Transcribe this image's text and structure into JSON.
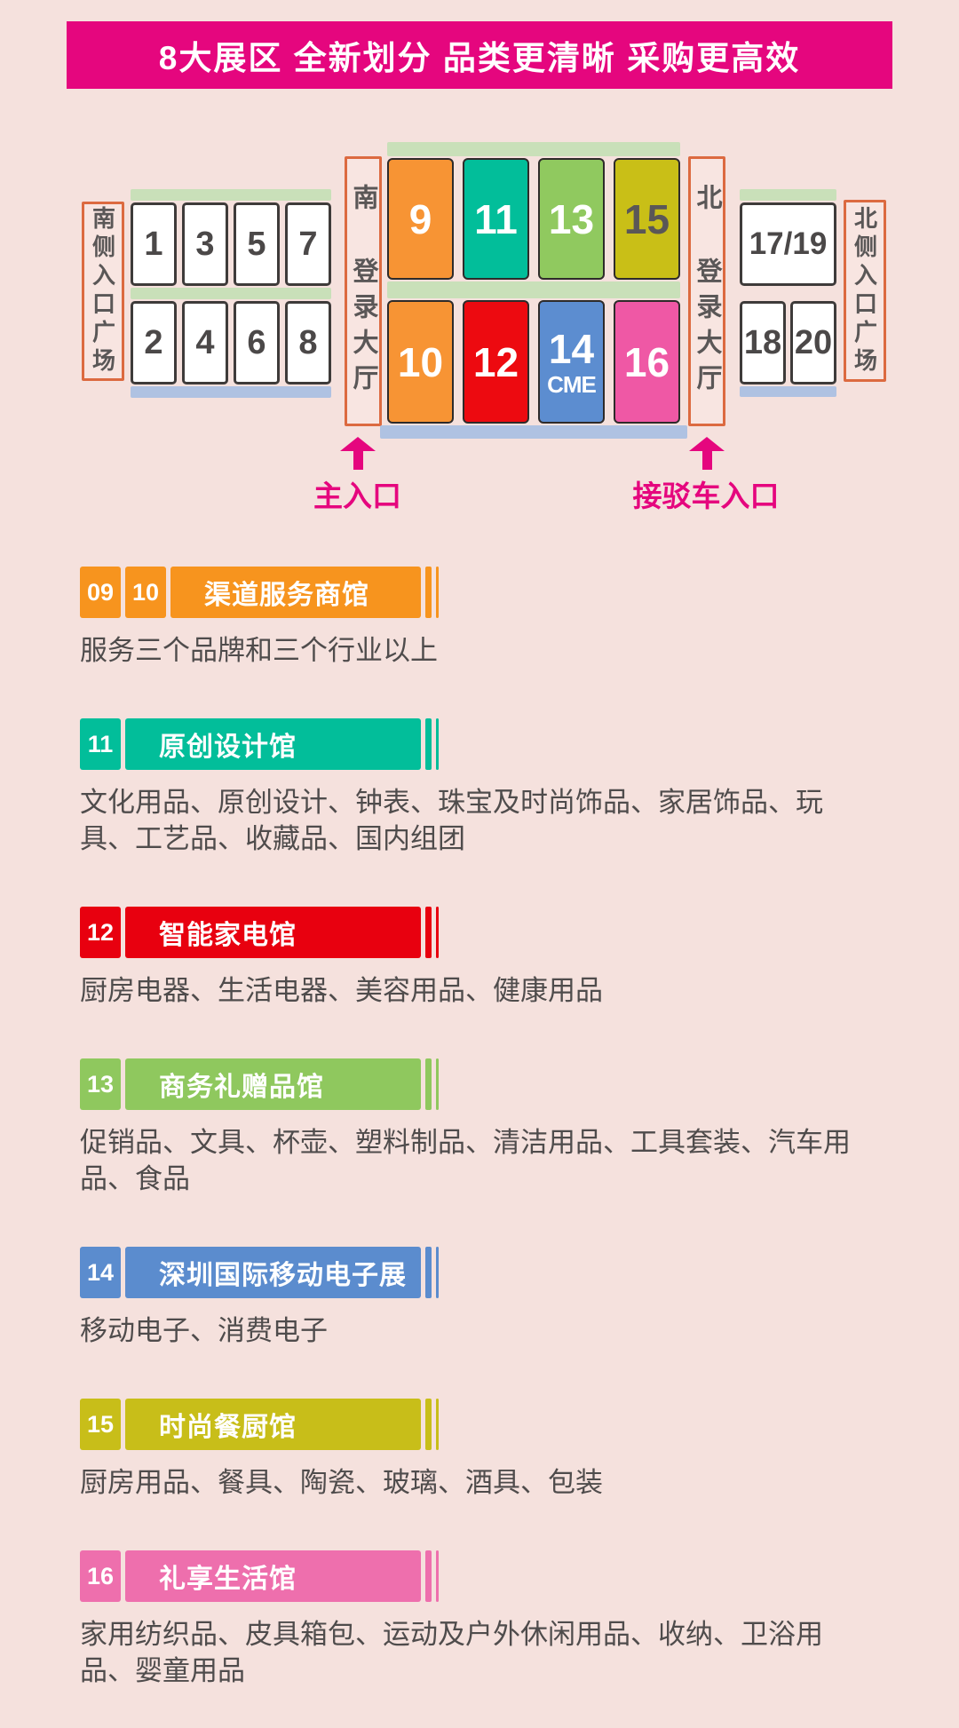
{
  "colors": {
    "page_bg": "#F5E1DD",
    "accent_magenta": "#E5067E",
    "strip_green": "#C9E0B9",
    "strip_blue": "#AFC2E2",
    "plaza_border": "#DC6A40",
    "text_dark": "#4F4C4C"
  },
  "banner": {
    "text": "8大展区 全新划分 品类更清晰 采购更高效",
    "bg": "#E5067E"
  },
  "map": {
    "south_plaza": "南侧入口广场",
    "north_plaza": "北侧入口广场",
    "south_lobby": "南 登录大厅",
    "north_lobby": "北 登录大厅",
    "left_halls_top": [
      "1",
      "3",
      "5",
      "7"
    ],
    "left_halls_bottom": [
      "2",
      "4",
      "6",
      "8"
    ],
    "center_halls_top": [
      {
        "num": "9",
        "color": "#F79434",
        "text": "#FFFFFF"
      },
      {
        "num": "11",
        "color": "#02BE9A",
        "text": "#FFFFFF"
      },
      {
        "num": "13",
        "color": "#90C95F",
        "text": "#FFFFFF"
      },
      {
        "num": "15",
        "color": "#C9BF17",
        "text": "#5A5757"
      }
    ],
    "center_halls_bottom": [
      {
        "num": "10",
        "color": "#F79434",
        "text": "#FFFFFF"
      },
      {
        "num": "12",
        "color": "#ED0A10",
        "text": "#FFFFFF"
      },
      {
        "num": "14",
        "color": "#5C8DD0",
        "text": "#FFFFFF",
        "sub": "CME"
      },
      {
        "num": "16",
        "color": "#EF58A5",
        "text": "#FFFFFF"
      }
    ],
    "right_hall_top": "17/19",
    "right_halls_bottom": [
      "18",
      "20"
    ],
    "main_entrance_label": "主入口",
    "shuttle_entrance_label": "接驳车入口"
  },
  "legend": [
    {
      "badges": [
        "09",
        "10"
      ],
      "title": "渠道服务商馆",
      "color": "#F7941E",
      "desc": "服务三个品牌和三个行业以上"
    },
    {
      "badges": [
        "11"
      ],
      "title": "原创设计馆",
      "color": "#02BE9A",
      "desc": "文化用品、原创设计、钟表、珠宝及时尚饰品、家居饰品、玩具、工艺品、收藏品、国内组团"
    },
    {
      "badges": [
        "12"
      ],
      "title": "智能家电馆",
      "color": "#E8000F",
      "desc": "厨房电器、生活电器、美容用品、健康用品"
    },
    {
      "badges": [
        "13"
      ],
      "title": "商务礼赠品馆",
      "color": "#8FC85E",
      "desc": "促销品、文具、杯壶、塑料制品、清洁用品、工具套装、汽车用品、食品"
    },
    {
      "badges": [
        "14"
      ],
      "title": "深圳国际移动电子展",
      "color": "#5B8CCE",
      "desc": "移动电子、消费电子"
    },
    {
      "badges": [
        "15"
      ],
      "title": "时尚餐厨馆",
      "color": "#C8BE19",
      "desc": "厨房用品、餐具、陶瓷、玻璃、酒具、包装"
    },
    {
      "badges": [
        "16"
      ],
      "title": "礼享生活馆",
      "color": "#EE6FAD",
      "desc": "家用纺织品、皮具箱包、运动及户外休闲用品、收纳、卫浴用品、婴童用品"
    }
  ]
}
